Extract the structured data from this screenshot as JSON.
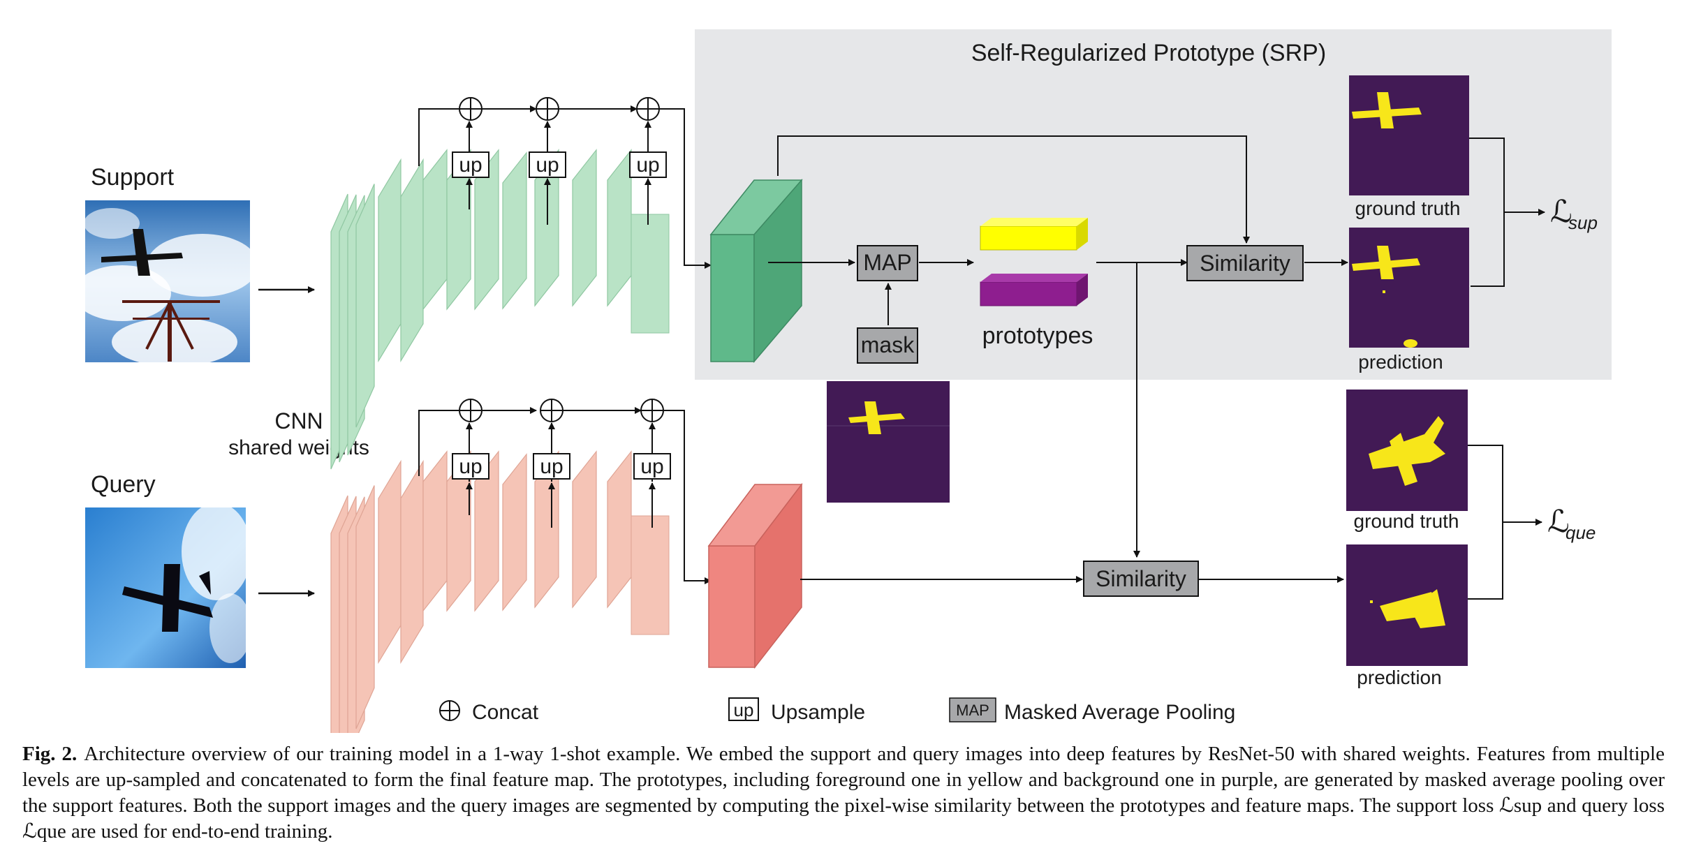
{
  "diagram": {
    "srp_title": "Self-Regularized Prototype (SRP)",
    "support_label": "Support",
    "query_label": "Query",
    "cnn_label": "CNN",
    "shared_weights_label": "shared weights",
    "up_label": "up",
    "map_label": "MAP",
    "mask_label": "mask",
    "prototypes_label": "prototypes",
    "similarity_label": "Similarity",
    "ground_truth_label": "ground truth",
    "prediction_label": "prediction",
    "loss_symbol": "ℒ",
    "loss_sup_sub": "sup",
    "loss_que_sub": "que"
  },
  "legend": {
    "concat": "Concat",
    "up_box": "up",
    "upsample": "Upsample",
    "map_box": "MAP",
    "map_text": "Masked Average Pooling"
  },
  "caption": {
    "fig_label": "Fig. 2.",
    "text": "Architecture overview of our training model in a 1-way 1-shot example. We embed the support and query images into deep features by ResNet-50 with shared weights. Features from multiple levels are up-sampled and concatenated to form the final feature map. The prototypes, including foreground one in yellow and background one in purple, are generated by masked average pooling over the support features. Both the support images and the query images are segmented by computing the pixel-wise similarity between the prototypes and feature maps. The support loss ℒsup and query loss ℒque are used for end-to-end training."
  },
  "colors": {
    "support_features": "#b9e3c6",
    "query_features": "#f5c4b6",
    "support_final_map": "#5fb98a",
    "query_final_map": "#ef8680",
    "srp_background": "#e6e7e9",
    "mask_purple": "#421a55",
    "mask_yellow": "#f7e61a",
    "prototype_fg": "#ffff00",
    "prototype_bg": "#8e1e8f"
  }
}
